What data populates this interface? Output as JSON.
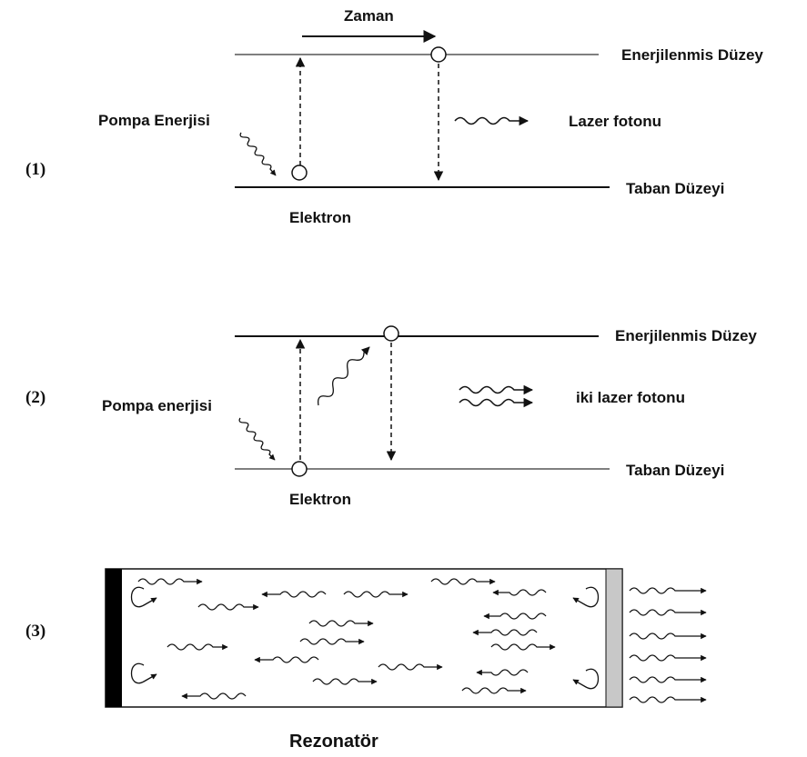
{
  "panel1": {
    "number": "(1)",
    "time_label": "Zaman",
    "excited_level": "Enerjilenmis Düzey",
    "ground_level": "Taban Düzeyi",
    "pump_label": "Pompa Enerjisi",
    "photon_label": "Lazer fotonu",
    "electron_label": "Elektron"
  },
  "panel2": {
    "number": "(2)",
    "excited_level": "Enerjilenmis Düzey",
    "ground_level": "Taban Düzeyi",
    "pump_label": "Pompa enerjisi",
    "photons_label": "iki lazer fotonu",
    "electron_label": "Elektron"
  },
  "panel3": {
    "number": "(3)",
    "resonator_label": "Rezonatör"
  },
  "colors": {
    "ink": "#111111",
    "line": "#555555",
    "mirror_full": "#000000",
    "mirror_partial": "#c8c8c8"
  }
}
